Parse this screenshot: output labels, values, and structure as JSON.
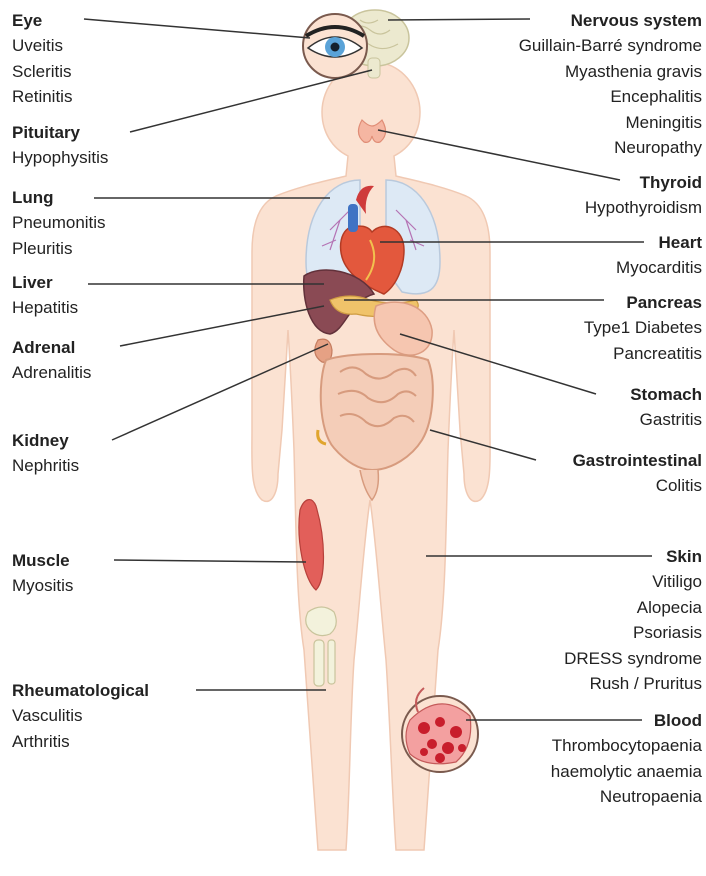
{
  "left_groups": [
    {
      "id": "eye",
      "title": "Eye",
      "items": [
        "Uveitis",
        "Scleritis",
        "Retinitis"
      ]
    },
    {
      "id": "pituitary",
      "title": "Pituitary",
      "items": [
        "Hypophysitis"
      ]
    },
    {
      "id": "lung",
      "title": "Lung",
      "items": [
        "Pneumonitis",
        "Pleuritis"
      ]
    },
    {
      "id": "liver",
      "title": "Liver",
      "items": [
        "Hepatitis"
      ]
    },
    {
      "id": "adrenal",
      "title": "Adrenal",
      "items": [
        "Adrenalitis"
      ]
    },
    {
      "id": "kidney",
      "title": "Kidney",
      "items": [
        "Nephritis"
      ]
    },
    {
      "id": "muscle",
      "title": "Muscle",
      "items": [
        "Myositis"
      ]
    },
    {
      "id": "rheumatological",
      "title": "Rheumatological",
      "items": [
        "Vasculitis",
        "Arthritis"
      ]
    }
  ],
  "right_groups": [
    {
      "id": "nervous",
      "title": "Nervous system",
      "items": [
        "Guillain-Barré syndrome",
        "Myasthenia gravis",
        "Encephalitis",
        "Meningitis",
        "Neuropathy"
      ]
    },
    {
      "id": "thyroid",
      "title": "Thyroid",
      "items": [
        "Hypothyroidism"
      ]
    },
    {
      "id": "heart",
      "title": "Heart",
      "items": [
        "Myocarditis"
      ]
    },
    {
      "id": "pancreas",
      "title": "Pancreas",
      "items": [
        "Type1 Diabetes",
        "Pancreatitis"
      ]
    },
    {
      "id": "stomach",
      "title": "Stomach",
      "items": [
        "Gastritis"
      ]
    },
    {
      "id": "gi",
      "title": "Gastrointestinal",
      "items": [
        "Colitis"
      ]
    },
    {
      "id": "skin",
      "title": "Skin",
      "items": [
        "Vitiligo",
        "Alopecia",
        "Psoriasis",
        "DRESS syndrome",
        "Rush / Pruritus"
      ]
    },
    {
      "id": "blood",
      "title": "Blood",
      "items": [
        "Thrombocytopaenia",
        "haemolytic anaemia",
        "Neutropaenia"
      ]
    }
  ]
}
